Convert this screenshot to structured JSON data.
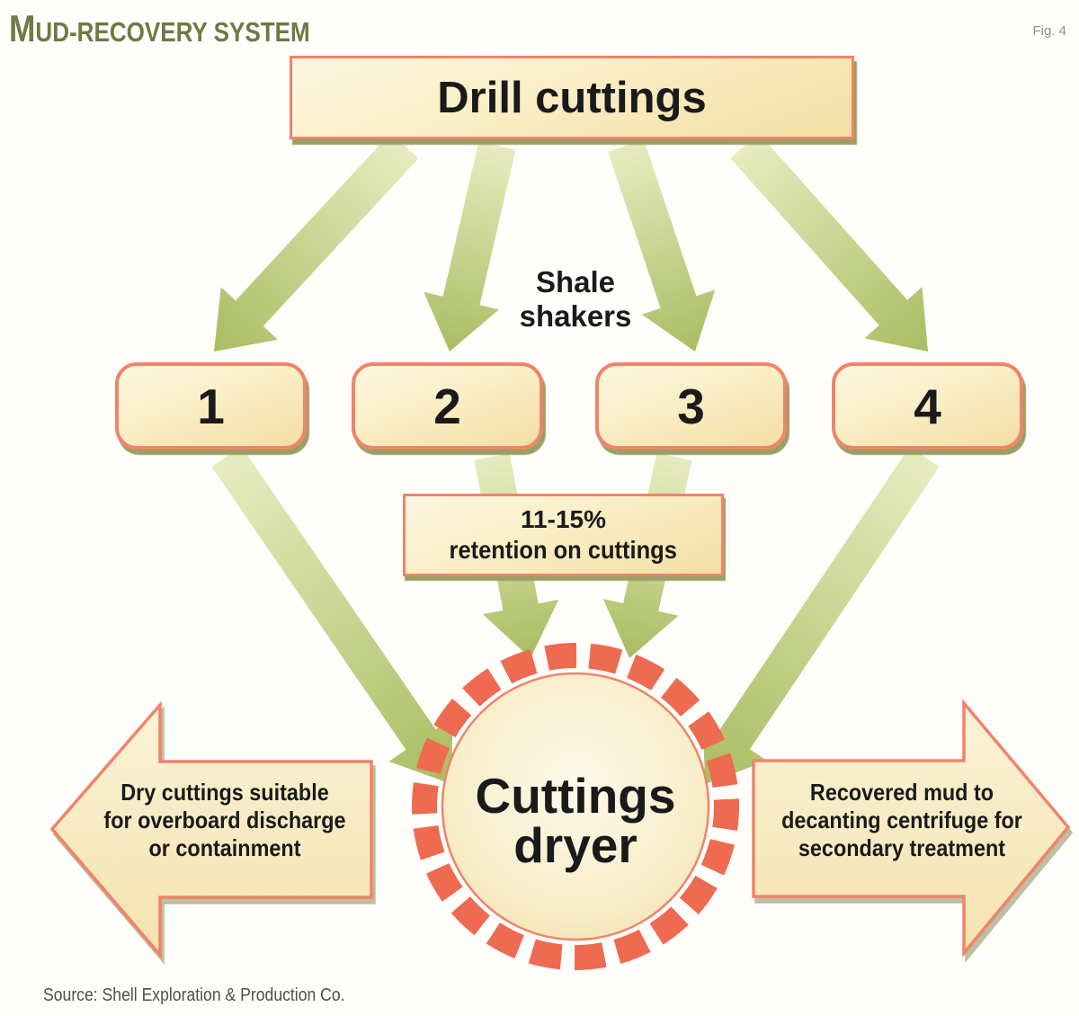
{
  "figure": {
    "title": "Mud-recovery system",
    "fig_label": "Fig. 4",
    "source": "Source: Shell Exploration & Production Co."
  },
  "colors": {
    "title_olive": "#6d7a42",
    "fig_gray": "#8d928c",
    "text_black": "#1a1a1a",
    "box_border_salmon": "#f0836a",
    "ring_coral": "#ee6a50",
    "cream_light": "#fdf7e0",
    "cream_mid": "#f9edc4",
    "cream_dark": "#f2dfa4",
    "arrow_green_light": "#e7ecc0",
    "arrow_green_dark": "#a9bd62",
    "shadow_olive": "#9aa065",
    "source_gray": "#4c5147"
  },
  "diagram": {
    "top_box": {
      "label": "Drill cuttings"
    },
    "shaker_label": {
      "line1": "Shale",
      "line2": "shakers"
    },
    "shakers": [
      {
        "label": "1"
      },
      {
        "label": "2"
      },
      {
        "label": "3"
      },
      {
        "label": "4"
      }
    ],
    "retention_note": {
      "line1": "11-15%",
      "line2": "retention on cuttings"
    },
    "dryer": {
      "line1": "Cuttings",
      "line2": "dryer"
    },
    "left_output": {
      "lines": [
        "Dry cuttings suitable",
        "for overboard discharge",
        "or containment"
      ]
    },
    "right_output": {
      "lines": [
        "Recovered mud to",
        "decanting centrifuge for",
        "secondary treatment"
      ]
    }
  }
}
